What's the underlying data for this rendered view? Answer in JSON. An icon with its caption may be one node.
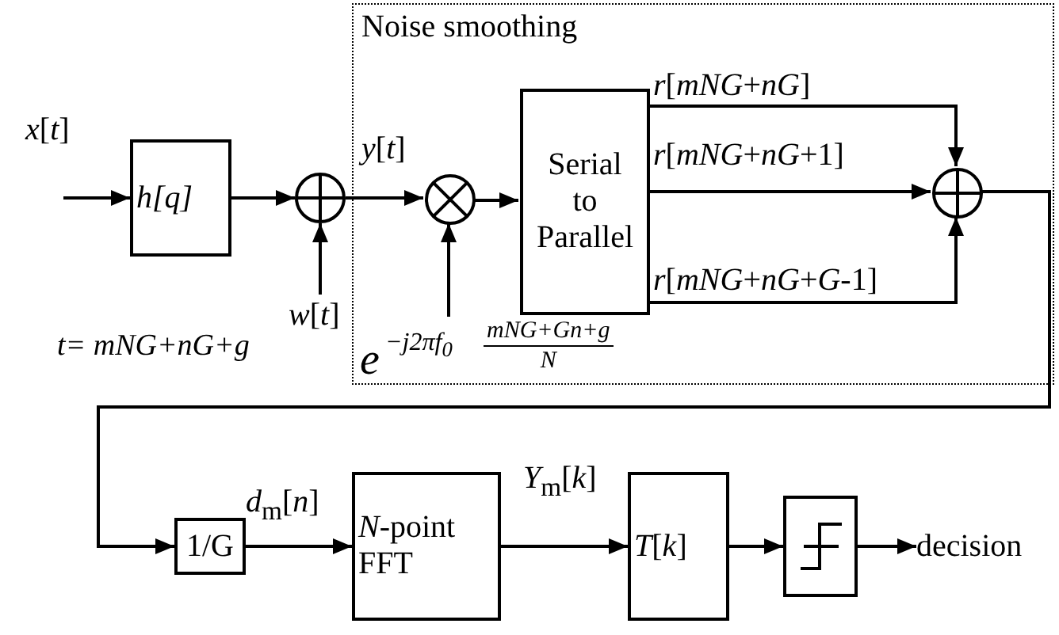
{
  "diagram": {
    "nodes": [
      {
        "text": [
          "Noise smoothing"
        ]
      },
      {
        "text": [
          "*h[q]*"
        ]
      },
      {
        "text": [],
        "shape": "circle"
      },
      {
        "text": [
          "*w*[*t*]"
        ]
      },
      {
        "text": [],
        "shape": "circle",
        "in": 0
      },
      {
        "text": [
          "e",
          "−j2πf$_{0}$",
          "mNG+Gn+g",
          "N"
        ],
        "in": 0
      },
      {
        "text": [
          "Serial to Parallel"
        ],
        "in": 0
      },
      {
        "text": [],
        "shape": "circle",
        "in": 0
      },
      {
        "text": [
          "1/G"
        ]
      },
      {
        "text": [
          "*N*-point FFT"
        ]
      },
      {
        "text": [
          "*T*[*k*]"
        ]
      },
      {
        "text": [],
        "shape": "box"
      },
      {
        "text": [
          "decision"
        ]
      }
    ],
    "edges": [
      {
        "from": null,
        "to": 1,
        "arrow": "to",
        "label": "*x*[*t*]"
      },
      {
        "from": 1,
        "to": 2,
        "arrow": "to"
      },
      {
        "from": 3,
        "to": 2,
        "arrow": "to"
      },
      {
        "from": 2,
        "to": 4,
        "arrow": "to",
        "label": "*y*[*t*]"
      },
      {
        "from": 5,
        "to": 4,
        "arrow": "to"
      },
      {
        "from": 4,
        "to": 6,
        "arrow": "to"
      },
      {
        "from": 6,
        "to": 7,
        "arrow": "to",
        "label": "*r*[*mNG*+*nG*]"
      },
      {
        "from": 6,
        "to": 7,
        "arrow": "to",
        "label": "*r*[*mNG*+*nG*+1]"
      },
      {
        "from": 6,
        "to": 7,
        "arrow": "to",
        "label": "*r*[*mNG*+*nG*+*G*-1]"
      },
      {
        "from": 7,
        "to": 8,
        "arrow": "to"
      },
      {
        "from": 8,
        "to": 9,
        "arrow": "to",
        "label": "*d*$_{m}$[*n*]"
      },
      {
        "from": 9,
        "to": 10,
        "arrow": "to",
        "label": "*Y*$_{m}$[*k*]"
      },
      {
        "from": 10,
        "to": 11,
        "arrow": "to"
      },
      {
        "from": 11,
        "to": 12,
        "arrow": "to"
      }
    ],
    "labels": [
      "t= mNG+nG+g"
    ]
  }
}
